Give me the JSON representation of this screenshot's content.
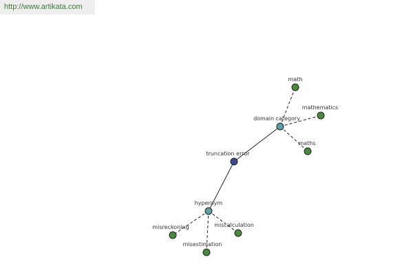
{
  "site": {
    "url_text": "http://www.artikata.com"
  },
  "colors": {
    "center": "#3a4a8c",
    "relation": "#5f9ea0",
    "leaf": "#4a8a3c"
  },
  "graph": {
    "nodes": [
      {
        "id": "truncation-error",
        "label": "truncation error",
        "kind": "center"
      },
      {
        "id": "domain-category",
        "label": "domain category",
        "kind": "relation"
      },
      {
        "id": "hypernym",
        "label": "hypernym",
        "kind": "relation"
      },
      {
        "id": "math",
        "label": "math",
        "kind": "leaf"
      },
      {
        "id": "mathematics",
        "label": "mathematics",
        "kind": "leaf"
      },
      {
        "id": "maths",
        "label": "maths",
        "kind": "leaf"
      },
      {
        "id": "misreckoning",
        "label": "misreckoning",
        "kind": "leaf"
      },
      {
        "id": "miscalculation",
        "label": "miscalculation",
        "kind": "leaf"
      },
      {
        "id": "misestimation",
        "label": "misestimation",
        "kind": "leaf"
      }
    ],
    "edges": [
      {
        "from": "truncation-error",
        "to": "domain-category",
        "style": "solid"
      },
      {
        "from": "truncation-error",
        "to": "hypernym",
        "style": "solid"
      },
      {
        "from": "domain-category",
        "to": "math",
        "style": "dashed"
      },
      {
        "from": "domain-category",
        "to": "mathematics",
        "style": "dashed"
      },
      {
        "from": "domain-category",
        "to": "maths",
        "style": "dashed"
      },
      {
        "from": "hypernym",
        "to": "misreckoning",
        "style": "dashed"
      },
      {
        "from": "hypernym",
        "to": "miscalculation",
        "style": "dashed"
      },
      {
        "from": "hypernym",
        "to": "misestimation",
        "style": "dashed"
      }
    ]
  }
}
